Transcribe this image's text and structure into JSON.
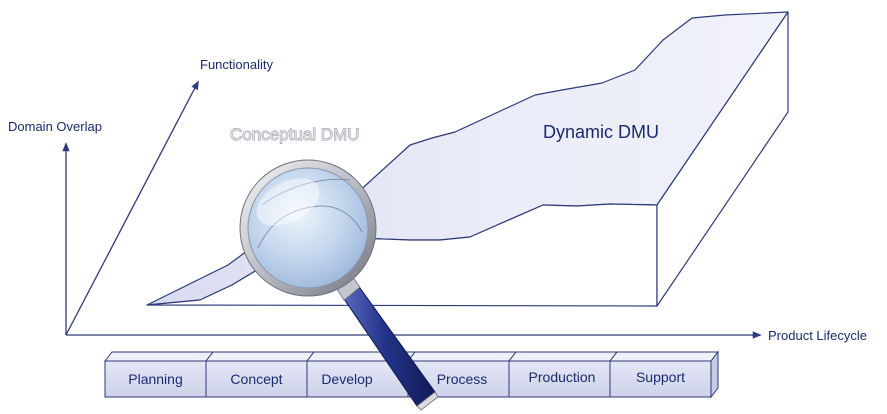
{
  "axes": {
    "domain_overlap": "Domain Overlap",
    "functionality": "Functionality",
    "product_lifecycle": "Product Lifecycle"
  },
  "regions": {
    "conceptual": "Conceptual DMU",
    "dynamic": "Dynamic DMU"
  },
  "stages": [
    "Planning",
    "Concept",
    "Develop",
    "Process",
    "Production",
    "Support"
  ],
  "colors": {
    "stroke": "#2e3a78",
    "top_surface": "#e6e8f5",
    "side_surface": "#ffffff",
    "block_face": "#dde1f2",
    "block_top": "#eef0fa",
    "lens": "#c9daf0",
    "handle": "#2a3a8a",
    "text": "#1c2a6e"
  },
  "icons": {
    "magnifier": "magnifying-glass-icon"
  }
}
